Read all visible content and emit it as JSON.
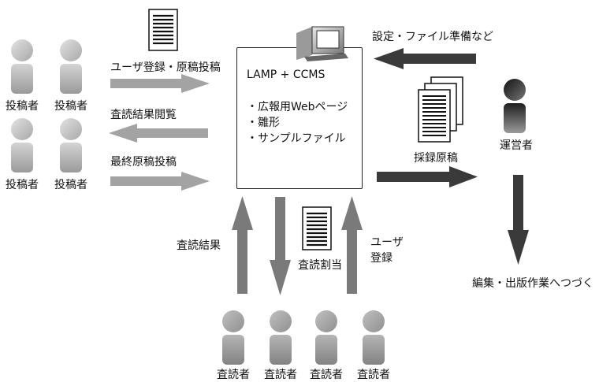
{
  "server": {
    "title": "LAMP + CCMS",
    "items": [
      "・広報用Webページ",
      "・雛形",
      "・サンプルファイル"
    ]
  },
  "flows": {
    "register_submit": "ユーザ登録・原稿投稿",
    "review_result_view": "査読結果閲覧",
    "final_submit": "最終原稿投稿",
    "setup_files": "設定・ファイル準備など",
    "accepted": "採録原稿",
    "review_result": "査読結果",
    "review_assign": "査読割当",
    "user_register_line1": "ユーザ",
    "user_register_line2": "登録",
    "publish": "編集・出版作業へつづく"
  },
  "roles": {
    "author": "投稿者",
    "operator": "運営者",
    "reviewer": "査読者"
  },
  "colors": {
    "light_arrow": "#a3a3a3",
    "dark_arrow": "#3a3a3a",
    "mid_arrow": "#7a7a7a",
    "person_light": "#c8c8c8",
    "person_dark": "#444444"
  }
}
